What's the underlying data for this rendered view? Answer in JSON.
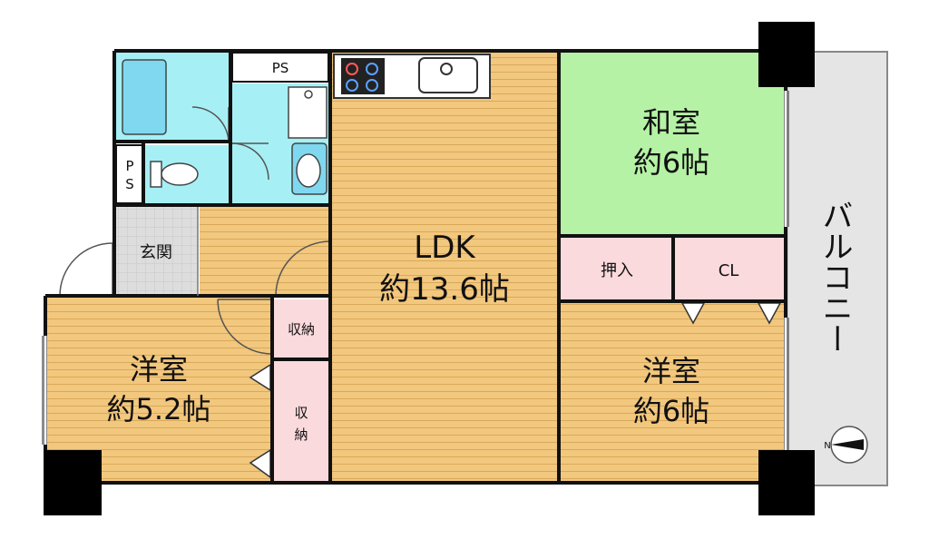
{
  "rooms": {
    "ldk": {
      "name": "LDK",
      "size": "約13.6帖"
    },
    "washitsu": {
      "name": "和室",
      "size": "約6帖"
    },
    "youshitsu_right": {
      "name": "洋室",
      "size": "約6帖"
    },
    "youshitsu_left": {
      "name": "洋室",
      "size": "約5.2帖"
    },
    "genkan": {
      "name": "玄関"
    },
    "oshiire": {
      "name": "押入"
    },
    "closet": {
      "name": "CL"
    },
    "shuno_upper": {
      "name": "収納"
    },
    "shuno_lower_1": {
      "name": "収"
    },
    "shuno_lower_2": {
      "name": "納"
    },
    "ps_top": {
      "name": "PS"
    },
    "ps_side_1": {
      "name": "P"
    },
    "ps_side_2": {
      "name": "S"
    },
    "balcony": {
      "name": "バルコニー"
    }
  },
  "colors": {
    "wood_floor": "#f2c77e",
    "tatami": "#b5f2a5",
    "storage": "#fadadd",
    "wet_area": "#a6f0f5",
    "bath": "#7fd8ef",
    "balcony": "#e5e5e5",
    "genkan_tile": "#dddddd",
    "wall": "#111111"
  }
}
